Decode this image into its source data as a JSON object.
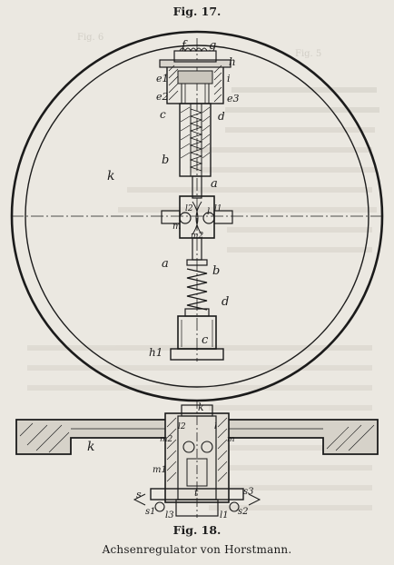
{
  "captions": {
    "fig17": "Fig. 17.",
    "fig18": "Fig. 18.",
    "subtitle": "Achsenregulator von Horstmann."
  },
  "labels17": {
    "f": "f",
    "g": "g",
    "h": "h",
    "e1": "e1",
    "i": "i",
    "e2": "e2",
    "e3": "e3",
    "c_top": "c",
    "d_top": "d",
    "b_top": "b",
    "k": "k",
    "a_top": "a",
    "l": "l",
    "l2": "l2",
    "l1": "l1",
    "m": "m",
    "m2": "m2",
    "a_low": "a",
    "b_low": "b",
    "d_low": "d",
    "c_low": "c",
    "h1": "h1"
  },
  "labels18": {
    "k_sec": "k",
    "k_top": "k",
    "l2": "l2",
    "l": "l",
    "m2": "m2",
    "m": "m",
    "m1": "m1",
    "s": "s",
    "t": "t",
    "s3": "s3",
    "s1": "s1",
    "s2": "s2",
    "l3": "l3",
    "l1": "l1"
  }
}
